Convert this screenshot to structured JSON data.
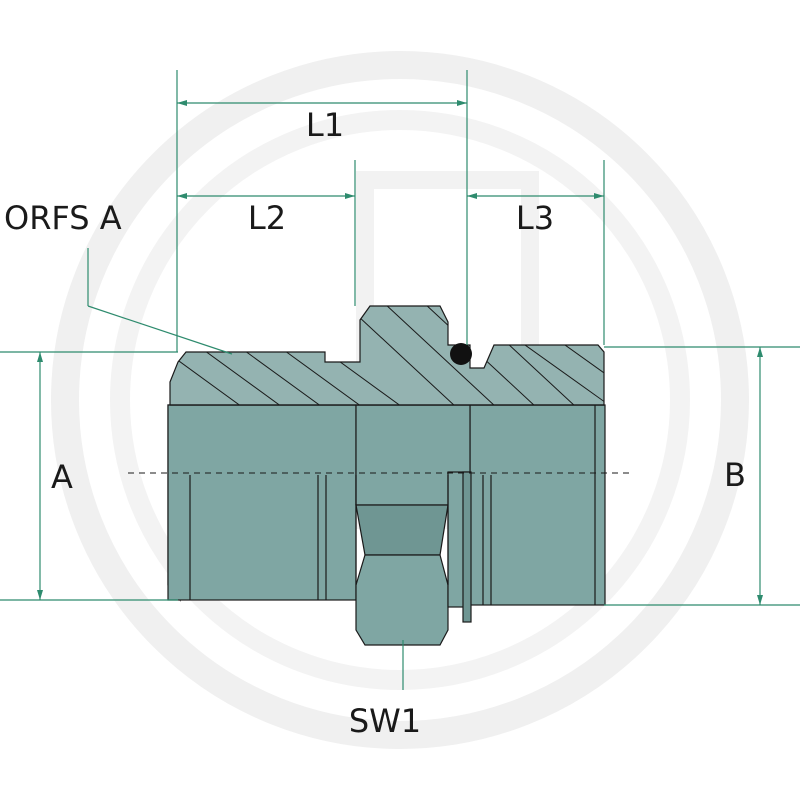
{
  "diagram": {
    "labels": {
      "l1": "L1",
      "l2": "L2",
      "l3": "L3",
      "orfs": "ORFS A",
      "a": "A",
      "b": "B",
      "sw1": "SW1"
    },
    "colors": {
      "body": "#7fa6a3",
      "thread": "#94b3b1",
      "dimension_lines": "#2e8b6e",
      "outline": "#1a1a1a",
      "watermark": "#eeeeee"
    },
    "watermark_logo": "granit"
  }
}
